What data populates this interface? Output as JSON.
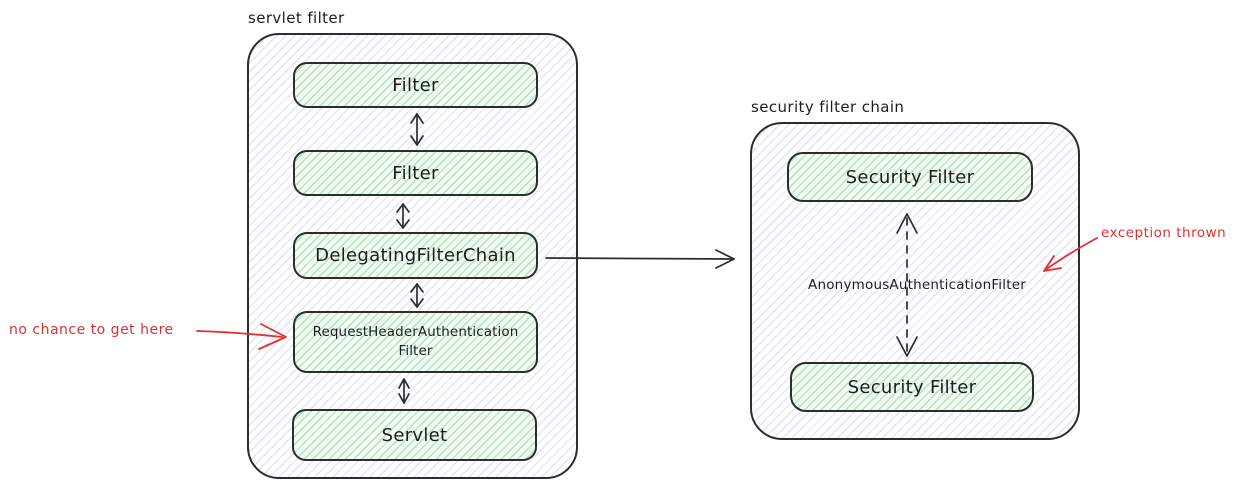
{
  "colors": {
    "stroke_dark": "#2d2d2d",
    "node_green_fill": "#d3f9d8",
    "annotation_red": "#e03131"
  },
  "servlet_filter": {
    "label": "servlet filter",
    "boxes": [
      {
        "label": "Filter"
      },
      {
        "label": "Filter"
      },
      {
        "label": "DelegatingFilterChain"
      },
      {
        "line1": "RequestHeaderAuthentication",
        "line2": "Filter"
      },
      {
        "label": "Servlet"
      }
    ]
  },
  "security_filter_chain": {
    "label": "security filter chain",
    "top_box_label": "Security Filter",
    "middle_label": "AnonymousAuthenticationFilter",
    "bottom_box_label": "Security Filter"
  },
  "annotations": {
    "no_chance": "no chance to get here",
    "exception_thrown": "exception thrown"
  }
}
